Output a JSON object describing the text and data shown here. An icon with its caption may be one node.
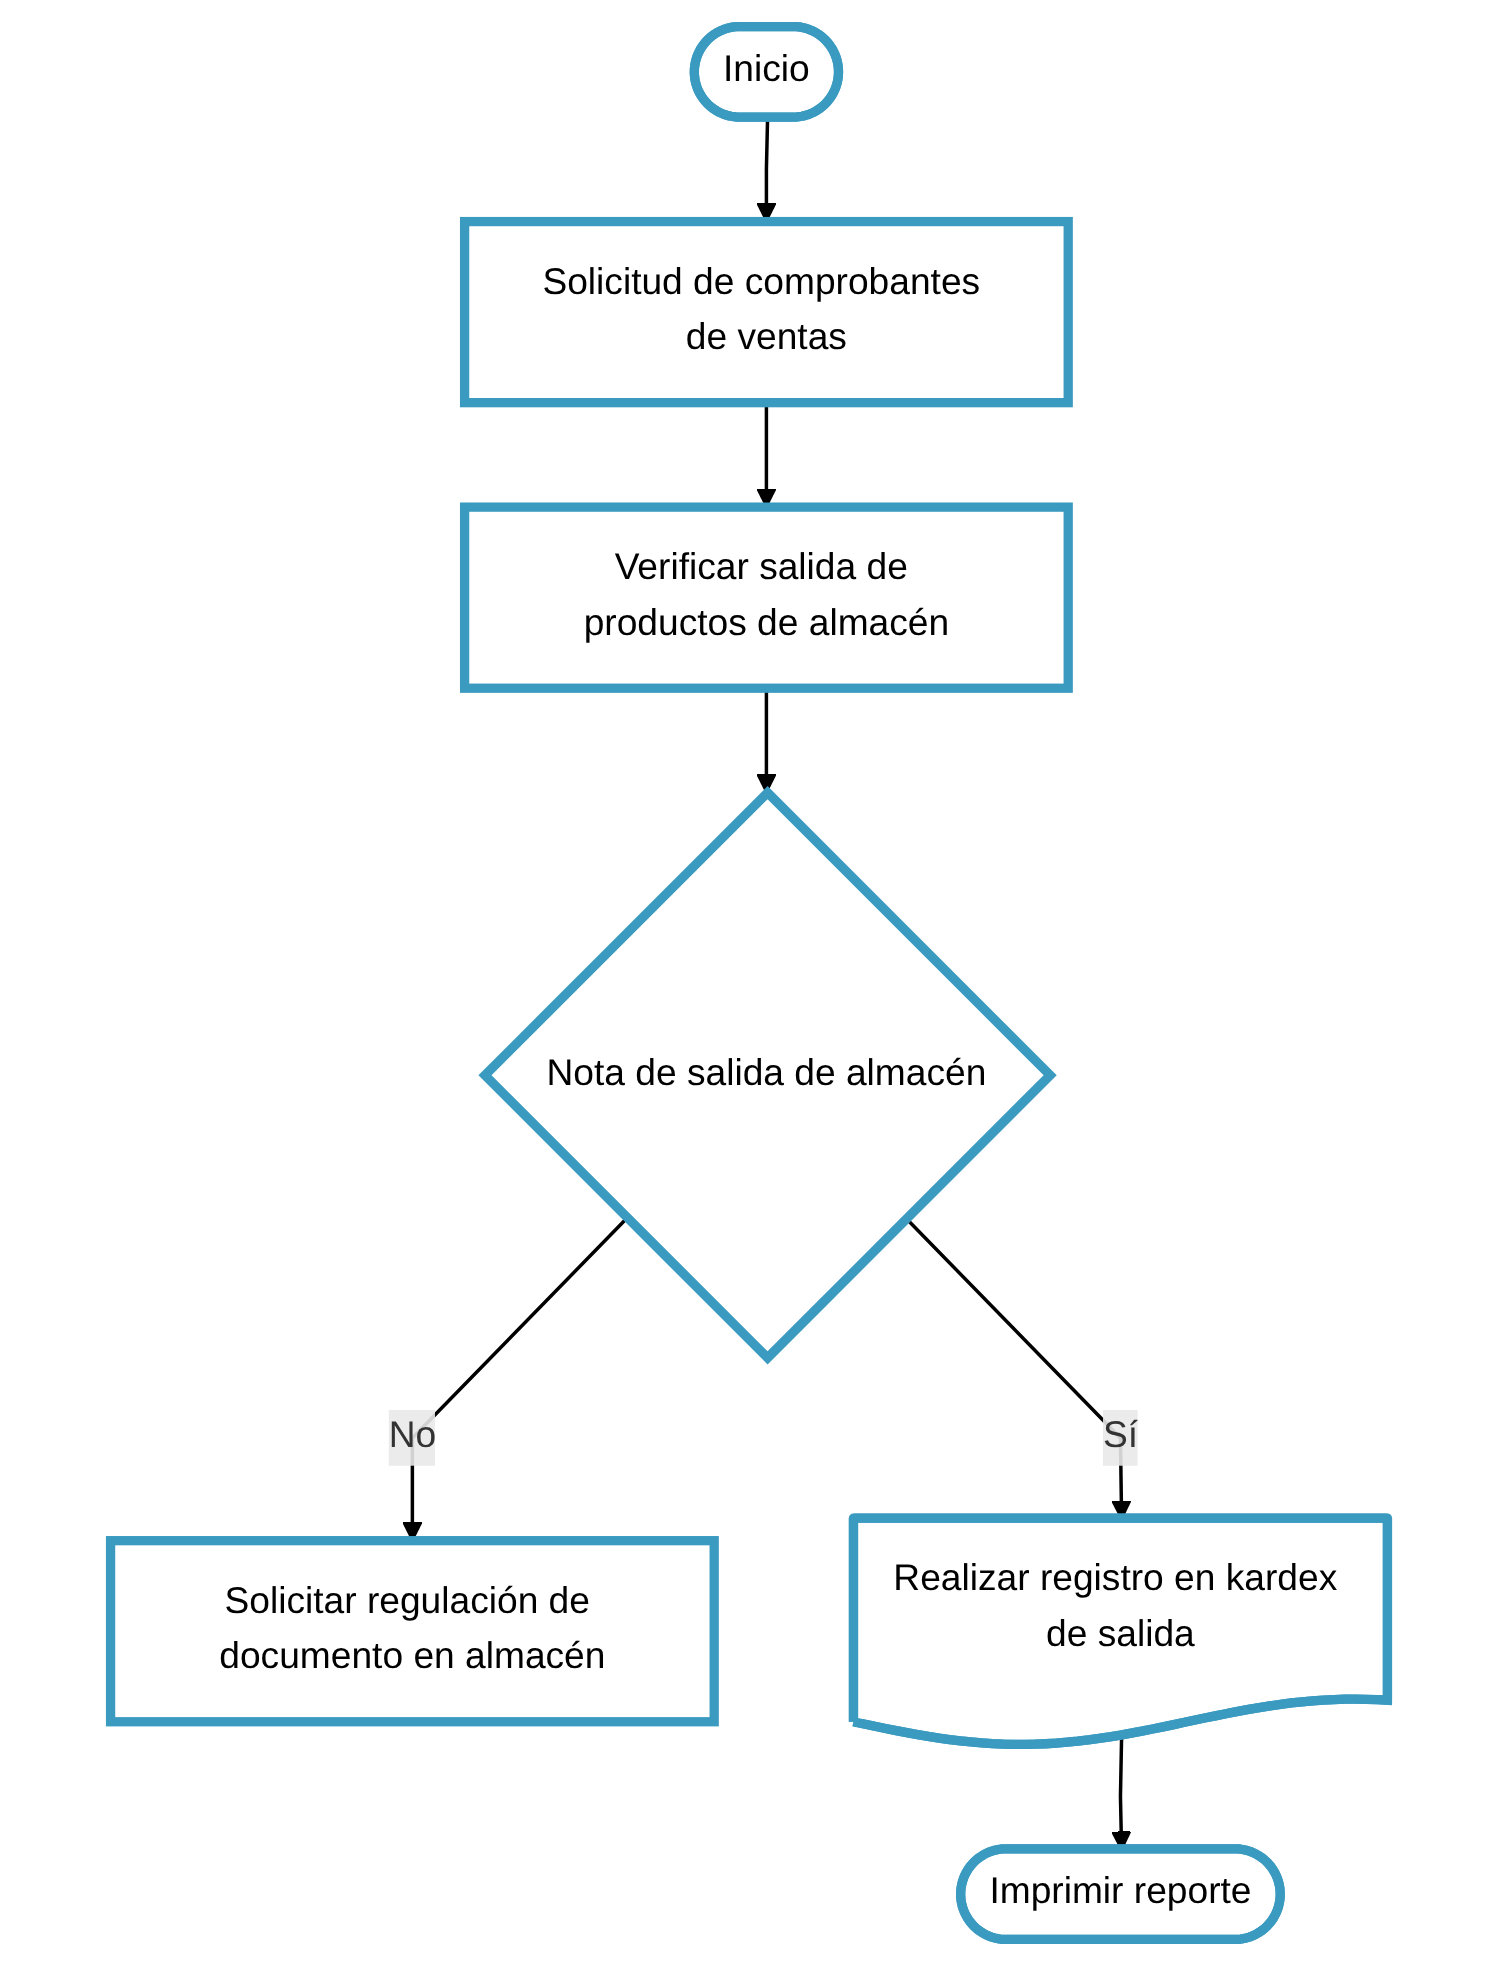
{
  "diagram": {
    "nodes": [
      {
        "text": [
          "Inicio"
        ]
      },
      {
        "text": [
          "Solicitud de comprobantes de ventas"
        ]
      },
      {
        "text": [
          "Verificar salida de productos de almacén"
        ]
      },
      {
        "text": [
          "Nota de salida de almacén"
        ]
      },
      {
        "text": [
          "Solicitar regulación de documento en almacén"
        ]
      },
      {
        "text": [
          "Realizar registro en kardex de salida"
        ]
      },
      {
        "text": [
          "Imprimir reporte"
        ]
      }
    ],
    "edges": [
      {
        "from": 0,
        "to": 1,
        "arrow": "to"
      },
      {
        "from": 1,
        "to": 2,
        "arrow": "to"
      },
      {
        "from": 2,
        "to": 3,
        "arrow": "to"
      },
      {
        "from": 3,
        "to": 4,
        "arrow": "to",
        "label": "No"
      },
      {
        "from": 3,
        "to": 5,
        "arrow": "to",
        "label": "Sí"
      },
      {
        "from": 5,
        "to": 6,
        "arrow": "to"
      }
    ]
  }
}
